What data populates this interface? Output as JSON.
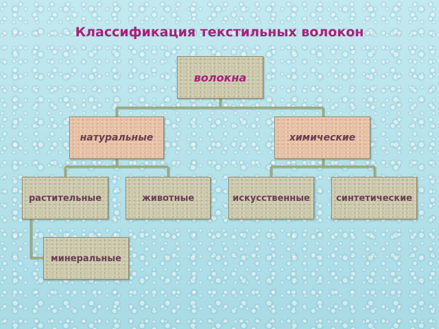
{
  "title": "Классификация текстильных волокон",
  "root": "волокна",
  "level1": {
    "natural": "натуральные",
    "chemical": "химические"
  },
  "level2": {
    "plant": "растительные",
    "animal": "животные",
    "artificial": "искусственные",
    "synthetic": "синтетические"
  },
  "level3": {
    "mineral": "минеральные"
  },
  "colors": {
    "title": "#a3237a",
    "box_grey": "#cbc8aa",
    "box_peach": "#e8c0a3",
    "connector": "#9aa77e",
    "background": "#b6e2ea"
  }
}
